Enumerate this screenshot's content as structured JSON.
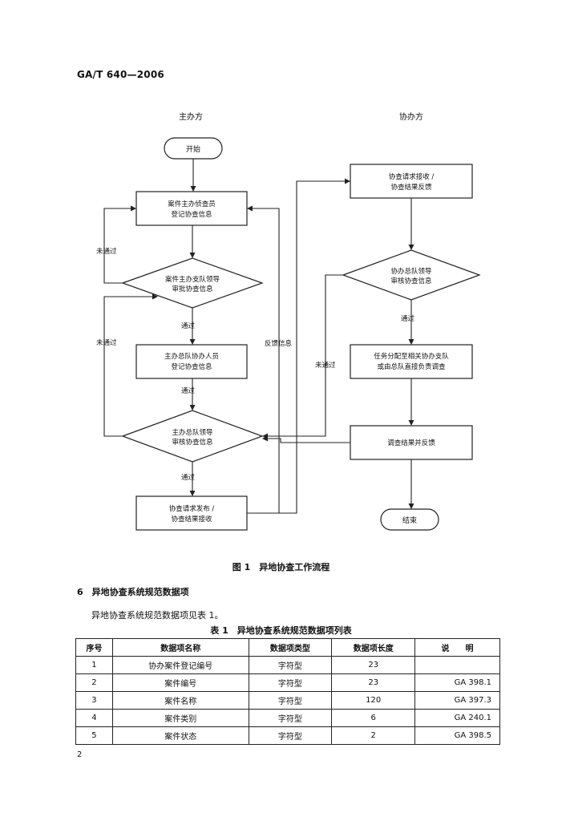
{
  "header": {
    "doc_code": "GA/T 640—2006"
  },
  "flowchart": {
    "lane_host": "主办方",
    "lane_assist": "协办方",
    "start": "开始",
    "box1": [
      "案件主办侦查员",
      "登记协查信息"
    ],
    "dec1": [
      "案件主办支队领导",
      "审批协查信息"
    ],
    "box2": [
      "主办总队协办人员",
      "登记协查信息"
    ],
    "dec2": [
      "主办总队领导",
      "审核协查信息"
    ],
    "box3": [
      "协查请求发布 /",
      "协查结果接收"
    ],
    "rbox1": [
      "协查请求接收 /",
      "协查结果反馈"
    ],
    "rdec": [
      "协办总队领导",
      "审核协查信息"
    ],
    "rbox2": [
      "任务分配至相关协办支队",
      "或由总队直接负责调查"
    ],
    "rbox3": "调查结果并反馈",
    "end": "结束",
    "pass": "通过",
    "fail": "未通过",
    "feedback": "反馈信息"
  },
  "figure_caption": "图 1　异地协查工作流程",
  "section_heading": "6　异地协查系统规范数据项",
  "paragraph": "异地协查系统规范数据项见表 1。",
  "table_caption": "表 1　异地协查系统规范数据项列表",
  "table": {
    "headers": [
      "序号",
      "数据项名称",
      "数据项类型",
      "数据项长度",
      "说　　明"
    ],
    "rows": [
      [
        "1",
        "协办案件登记编号",
        "字符型",
        "23",
        ""
      ],
      [
        "2",
        "案件编号",
        "字符型",
        "23",
        "GA 398.1"
      ],
      [
        "3",
        "案件名称",
        "字符型",
        "120",
        "GA 397.3"
      ],
      [
        "4",
        "案件类别",
        "字符型",
        "6",
        "GA 240.1"
      ],
      [
        "5",
        "案件状态",
        "字符型",
        "2",
        "GA 398.5"
      ]
    ]
  },
  "page_number": "2"
}
